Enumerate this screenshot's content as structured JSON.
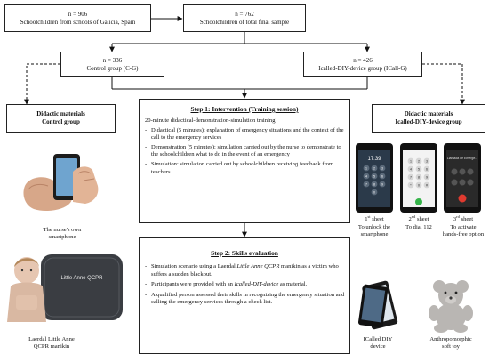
{
  "boxes": {
    "galicia": {
      "count": "n = 906",
      "desc": "Schoolchildren from schools of Galicia, Spain"
    },
    "final": {
      "count": "n = 762",
      "desc": "Schoolchildren of total final sample"
    },
    "control": {
      "count": "n = 336",
      "desc": "Control group (C-G)"
    },
    "icall": {
      "count": "n = 426",
      "desc": "Icalled-DIY-device group (ICall-G)"
    }
  },
  "didactic": {
    "control": {
      "line1": "Didactic materials",
      "line2": "Control group"
    },
    "icall": {
      "line1": "Didactic materials",
      "line2": "Icalled-DIY-device group"
    }
  },
  "step1": {
    "title": "Step 1: Intervention (Training session)",
    "intro": "20-minute didactical-demonstration-simulation training",
    "items": [
      "Didactical (5 minutes): explanation of emergency situations and the context of the call to the emergency services",
      "Demonstration (5 minutes): simulation carried out by the nurse to demonstrate to the schoolchildren what to do in the event of an emergency",
      "Simulation: simulation carried out by schoolchildren receiving feedback from teachers"
    ]
  },
  "step2": {
    "title": "Step 2: Skills evaluation",
    "items": [
      {
        "pre": "Simulation scenario using a Laerdal ",
        "em": "Little Anne QCPR",
        "post": " manikin as a victim who suffers a sudden blackout."
      },
      {
        "pre": "Participants were provided with an ",
        "em": "Icalled-DIY-device",
        "post": " as material."
      },
      {
        "pre": "A qualified person assessed their skills in recognizing the emergency situation and calling the emergency services through a check list.",
        "em": "",
        "post": ""
      }
    ]
  },
  "captions": {
    "smartphone": {
      "line1": "The nurse's own",
      "line2": "smartphone"
    },
    "manikin": {
      "line1": "Laerdal Little Anne",
      "line2": "QCPR manikin"
    },
    "sheet1": {
      "ord": "1",
      "sup": "st",
      "word": " sheet",
      "line2": "To unlock the",
      "line3": "smartphone"
    },
    "sheet2": {
      "ord": "2",
      "sup": "nd",
      "word": " sheet",
      "line2": "To dial 112"
    },
    "sheet3": {
      "ord": "3",
      "sup": "rd",
      "word": " sheet",
      "line2": "To activate",
      "line3": "hands-free option"
    },
    "device": {
      "line1": "ICalled DIY",
      "line2": "device"
    },
    "toy": {
      "line1": "Anthropomorphic",
      "line2": "soft toy"
    }
  },
  "phone_screens": {
    "sheet1_time": "17:39",
    "sheet1_keys": [
      "1",
      "2",
      "3",
      "4",
      "5",
      "6",
      "7",
      "8",
      "9",
      "0"
    ],
    "sheet2_keys": [
      "1",
      "2",
      "3",
      "4",
      "5",
      "6",
      "7",
      "8",
      "9",
      "*",
      "0",
      "#"
    ],
    "sheet3_label": "Llamada de Emerge..."
  },
  "manikin_bag_label": "Little Anne QCPR",
  "colors": {
    "phone_screen": "#2b3a4a",
    "call_green": "#35b44a",
    "call_red": "#e03a2f",
    "bag": "#3a3d42"
  }
}
